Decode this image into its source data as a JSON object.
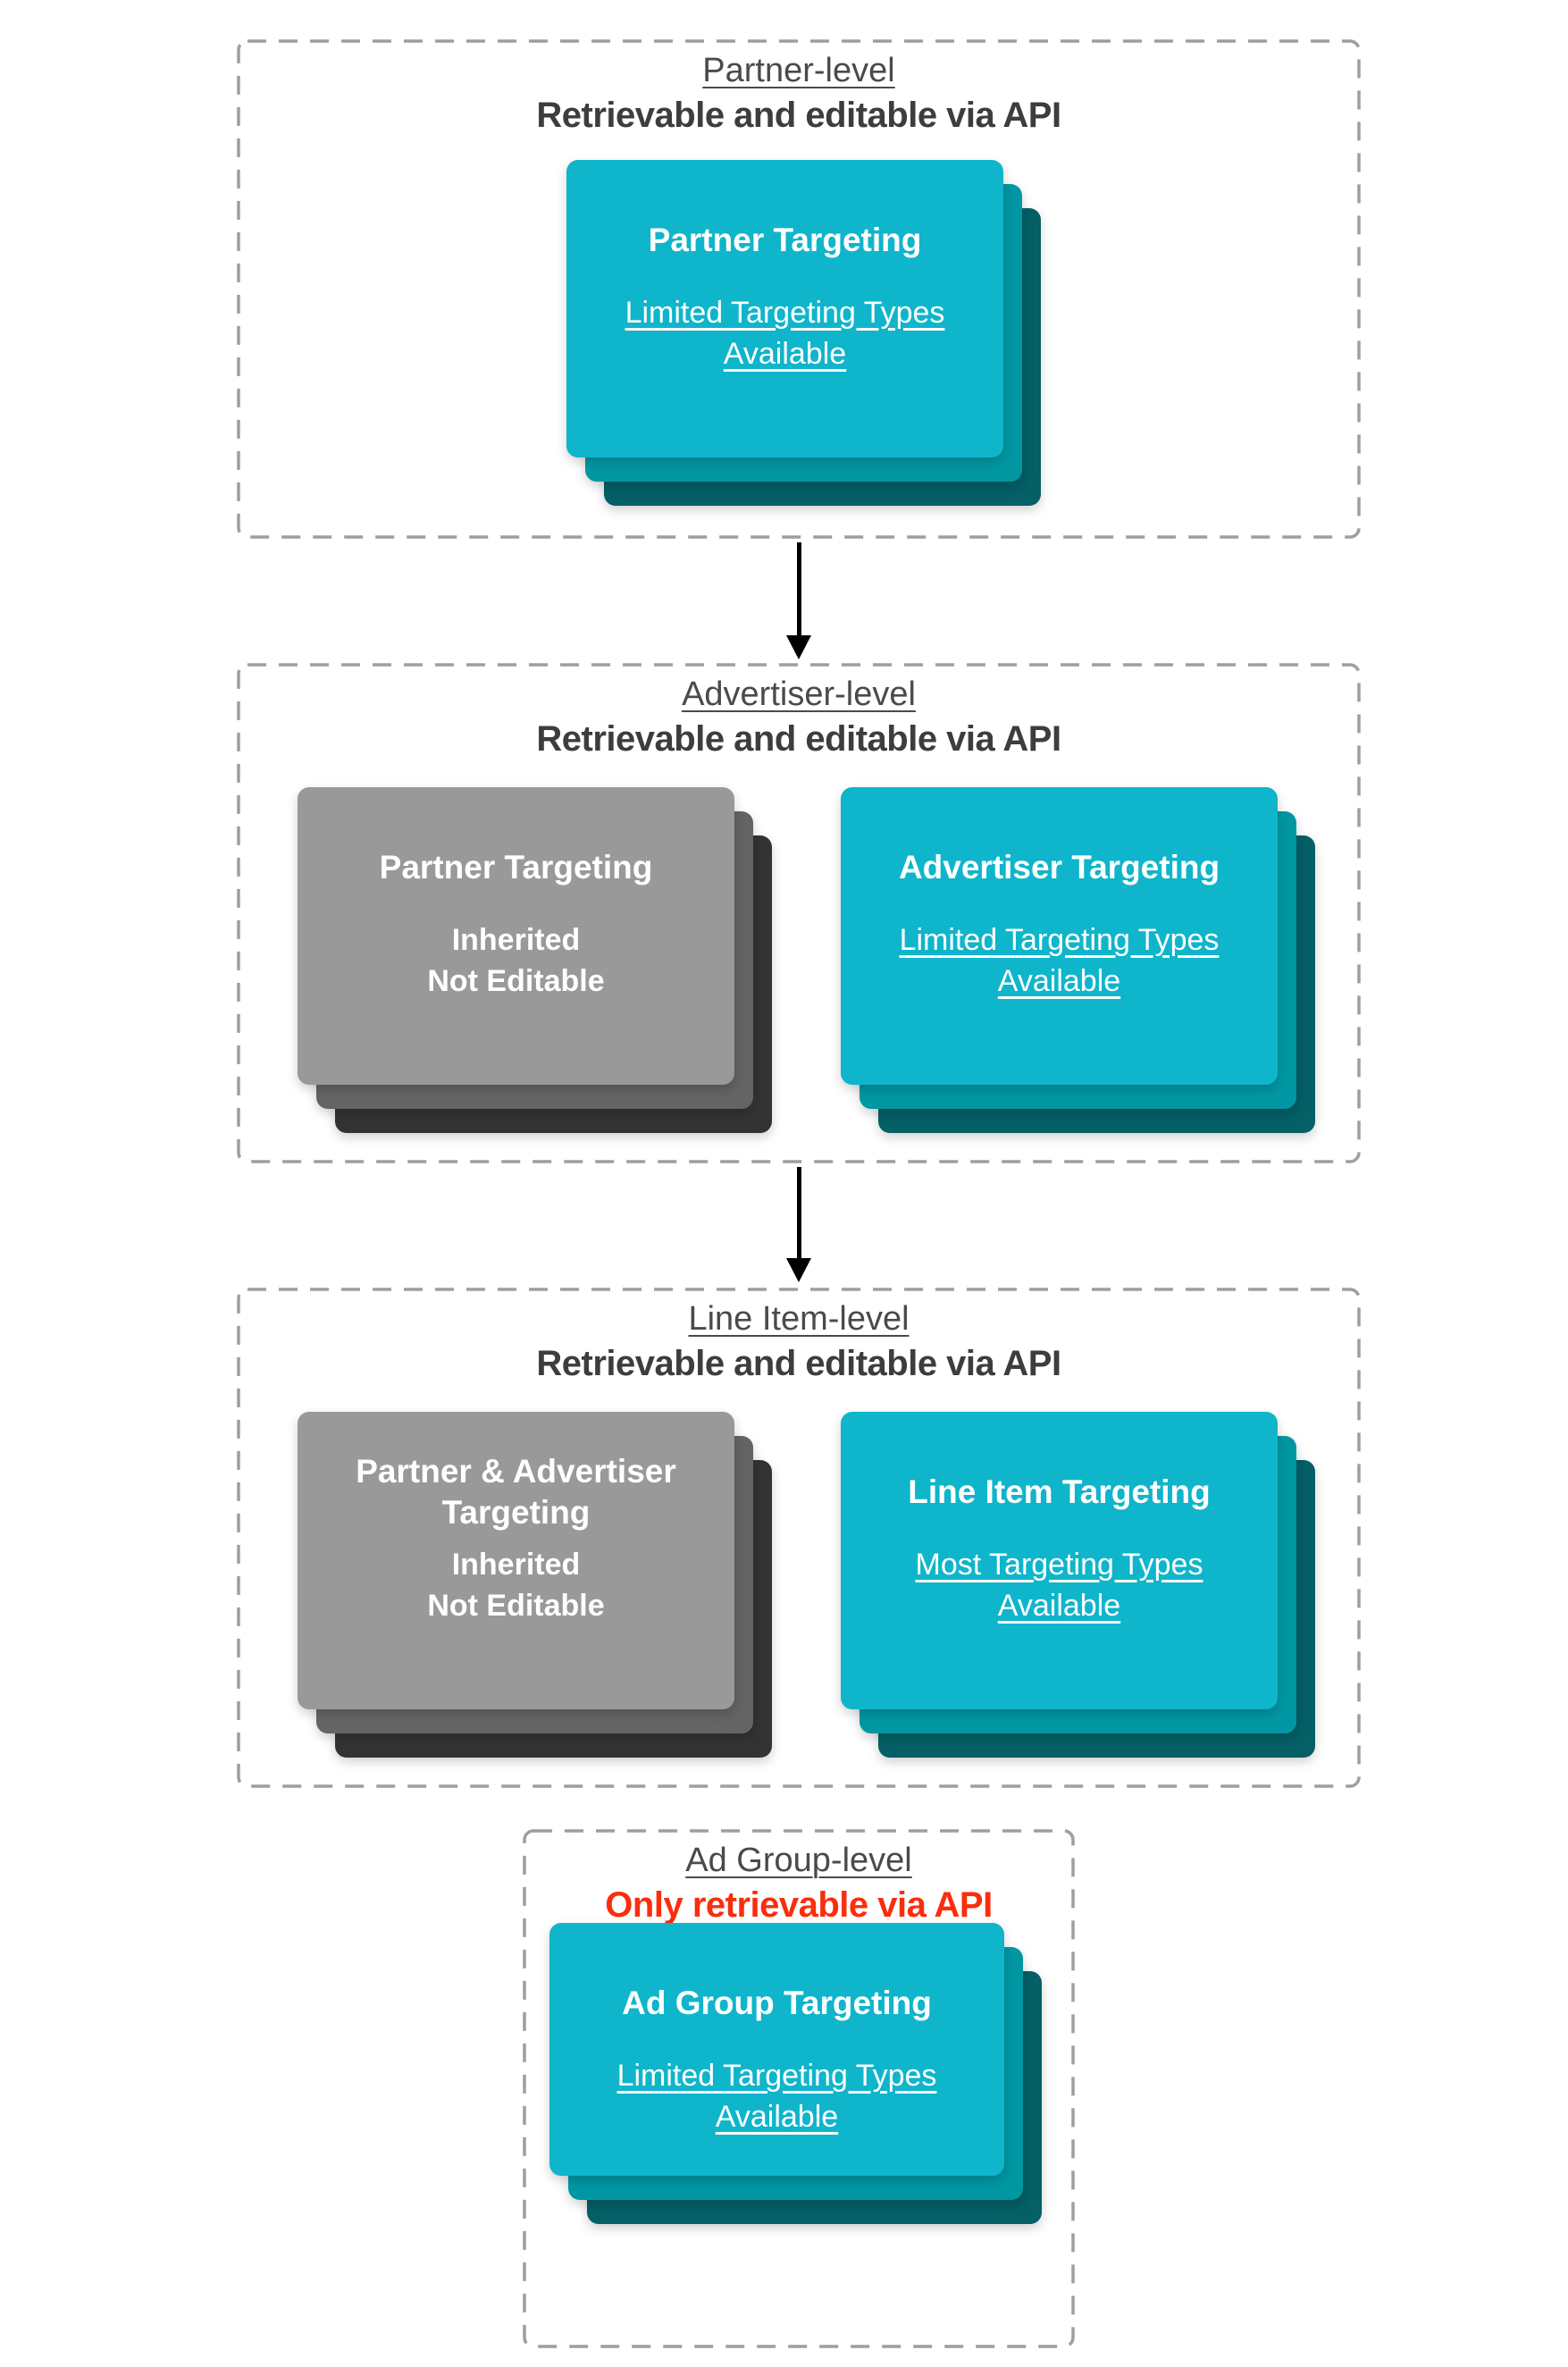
{
  "colors": {
    "teal_card": "#0fb5cb",
    "teal_mid": "#0097a3",
    "teal_back": "#045f66",
    "gray_card": "#999999",
    "gray_mid": "#646464",
    "gray_back": "#333333",
    "heading": "#4a4a4a",
    "subheading": "#3d3d3d",
    "red": "#fa2e0c",
    "border": "#9e9e9e",
    "arrow": "#000000",
    "card_text": "#ffffff"
  },
  "sections": [
    {
      "title": "Partner-level",
      "subtitle": "Retrievable and editable via API",
      "cards": [
        {
          "title": "Partner Targeting",
          "lines": [
            "Limited Targeting Types",
            "Available"
          ]
        }
      ]
    },
    {
      "title": "Advertiser-level",
      "subtitle": "Retrievable and editable via API",
      "cards": [
        {
          "title": "Partner Targeting",
          "lines": [
            "Inherited",
            "Not Editable"
          ]
        },
        {
          "title": "Advertiser Targeting",
          "lines": [
            "Limited Targeting Types",
            "Available"
          ]
        }
      ]
    },
    {
      "title": "Line Item-level",
      "subtitle": "Retrievable and editable via API",
      "cards": [
        {
          "title": "Partner & Advertiser Targeting",
          "lines": [
            "Inherited",
            "Not Editable"
          ]
        },
        {
          "title": "Line Item Targeting",
          "lines": [
            "Most Targeting Types",
            "Available"
          ]
        }
      ]
    },
    {
      "title": "Ad Group-level",
      "subtitle": "Only retrievable via API",
      "cards": [
        {
          "title": "Ad Group Targeting",
          "lines": [
            "Limited Targeting Types",
            "Available"
          ]
        }
      ]
    }
  ]
}
